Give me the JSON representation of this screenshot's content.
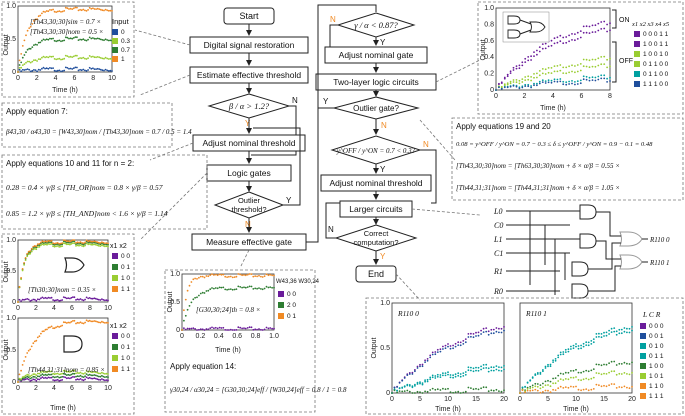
{
  "flow": {
    "start": "Start",
    "digital": "Digital signal restoration",
    "estimate": "Estimate effective threshold",
    "beta_check": "β / α > 1.2?",
    "adjust_threshold": "Adjust nominal threshold",
    "logic_gates": "Logic gates",
    "outlier_threshold_1": "Outlier",
    "outlier_threshold_2": "threshold?",
    "measure_gate": "Measure effective gate",
    "gamma_check": "γ / α < 0.87?",
    "adjust_gate": "Adjust nominal gate",
    "two_layer": "Two-layer logic circuits",
    "outlier_gate": "Outlier gate?",
    "yoff_check": "y^OFF / y^ON = 0.7 < 0.3?",
    "adjust_threshold2": "Adjust nominal threshold",
    "larger": "Larger circuits",
    "correct_1": "Correct",
    "correct_2": "computation?",
    "end": "End",
    "N": "N",
    "Y": "Y"
  },
  "annotations": {
    "eq7_title": "Apply equation 7:",
    "eq7_body": "β43,30 / α43,30 = [W43,30]nom / [Th43,30]nom = 0.7 / 0.5 = 1.4",
    "eq1011_title": "Apply equations 10 and 11 for n = 2:",
    "eq1011_line1": "0.28 = 0.4 × γ/β ≤ [TH_OR]nom = 0.8 × γ/β = 0.57",
    "eq1011_line2": "0.85 = 1.2 × γ/β ≤ [TH_AND]nom < 1.6 × γ/β = 1.14",
    "eq14_title": "Apply equation 14:",
    "eq14_body": "γ30,24 / α30,24 = [G30,30;24]eff / [W30,24]eff = 0.8 / 1 = 0.8",
    "eq1920_title": "Apply equations 19 and 20",
    "eq1920_line1": "0.08 = y^OFF / y^ON = 0.7 − 0.3 ≤ δ ≤ y^OFF / y^ON = 0.9 − 0.1 = 0.48",
    "eq1920_line2": "[Th43,30;30]nom = [Th63,30;30]nom + δ × α/β = 0.55 ×",
    "eq1920_line3": "[Th44,31;31]nom = [Th44,31;31]nom + δ × α/β = 1.05 ×"
  },
  "panels": {
    "input_plot": {
      "label1": "[Th43,30;30]sim = 0.7 ×",
      "label2": "[Th43,30;30]nom = 0.5 ×",
      "legend_title": "Input",
      "legend": [
        "0",
        "0.3",
        "0.7",
        "1"
      ],
      "xlabel": "Time (h)",
      "ylabel": "Output",
      "xticks": [
        "0",
        "2",
        "4",
        "6",
        "8",
        "10"
      ],
      "yticks": [
        "0",
        "0.5",
        "1.0"
      ]
    },
    "or_plot": {
      "label": "[Th30;30]nom = 0.35 ×",
      "legend_title": "x1 x2",
      "legend": [
        "0 0",
        "0 1",
        "1 0",
        "1 1"
      ],
      "xlabel": "Time (h)",
      "ylabel": "Output",
      "xticks": [
        "0",
        "2",
        "4",
        "6",
        "8",
        "10"
      ],
      "yticks": [
        "0",
        "0.5",
        "1.0"
      ]
    },
    "and_plot": {
      "label": "[Th44,31;31]nom = 0.85 ×",
      "legend_title": "x1 x2",
      "legend": [
        "0 0",
        "0 1",
        "1 0",
        "1 1"
      ],
      "xlabel": "Time (h)",
      "ylabel": "Output",
      "xticks": [
        "0",
        "2",
        "4",
        "6",
        "8",
        "10"
      ],
      "yticks": [
        "0",
        "0.5",
        "1.0"
      ]
    },
    "gate_plot": {
      "label": "[G30,30;24]th = 0.8 ×",
      "legend_title": "W43,36 W30,24",
      "legend": [
        "0 0",
        "2 0",
        "0 1"
      ],
      "xlabel": "Time (h)",
      "ylabel": "Output",
      "xticks": [
        "0",
        "0.2",
        "0.4",
        "0.6",
        "0.8",
        "1.0"
      ],
      "yticks": [
        "0",
        "0.5",
        "1.0"
      ]
    },
    "two_layer_plot": {
      "on_label": "ON",
      "off_label": "OFF",
      "legend_title": "x1 x2 x3 x4 x5",
      "legend": [
        "0 0 0 1 1",
        "1 0 0 1 1",
        "1 0 0 1 0",
        "0 1 1 0 0",
        "0 1 1 0 0",
        "1 1 1 0 0"
      ],
      "xlabel": "Time (h)",
      "ylabel": "Output",
      "xticks": [
        "0",
        "2",
        "4",
        "6",
        "8"
      ],
      "yticks": [
        "0",
        "0.2",
        "0.4",
        "0.6",
        "0.8",
        "1.0"
      ]
    },
    "circuit": {
      "inputs": [
        "L0",
        "C0",
        "L1",
        "C1",
        "R1",
        "R0"
      ],
      "outputs": [
        "R110 0",
        "R110 1"
      ]
    },
    "r110_plots": {
      "title0": "R110 0",
      "title1": "R110 1",
      "legend_title": "L C R",
      "legend": [
        "0 0 0",
        "0 0 1",
        "0 1 0",
        "0 1 1",
        "1 0 0",
        "1 0 1",
        "1 1 0",
        "1 1 1"
      ],
      "xlabel": "Time (h)",
      "ylabel": "Output",
      "xticks": [
        "0",
        "5",
        "10",
        "15",
        "20"
      ],
      "yticks": [
        "0",
        "0.5",
        "1.0"
      ]
    }
  },
  "colors": {
    "purple": "#6a1b9a",
    "green": "#2e7d32",
    "orange": "#f08a24",
    "blue": "#1f4e9c",
    "teal": "#00a0a0",
    "lime": "#9acd32"
  }
}
